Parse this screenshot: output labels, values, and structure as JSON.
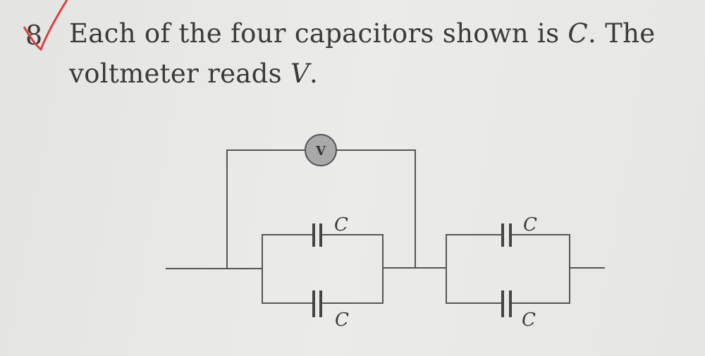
{
  "problem": {
    "number": "8",
    "line1_before": "Each of the four capacitors shown is ",
    "line1_var": "C",
    "line1_after": ". The",
    "line2_before": "voltmeter reads ",
    "line2_var": "V",
    "line2_after": "."
  },
  "diagram": {
    "voltmeter_label": "V",
    "capacitor_labels": [
      "C",
      "C",
      "C",
      "C"
    ]
  },
  "colors": {
    "check_mark": "#d9403f",
    "wire": "#555555",
    "voltmeter_fill": "#a9a9a9"
  }
}
